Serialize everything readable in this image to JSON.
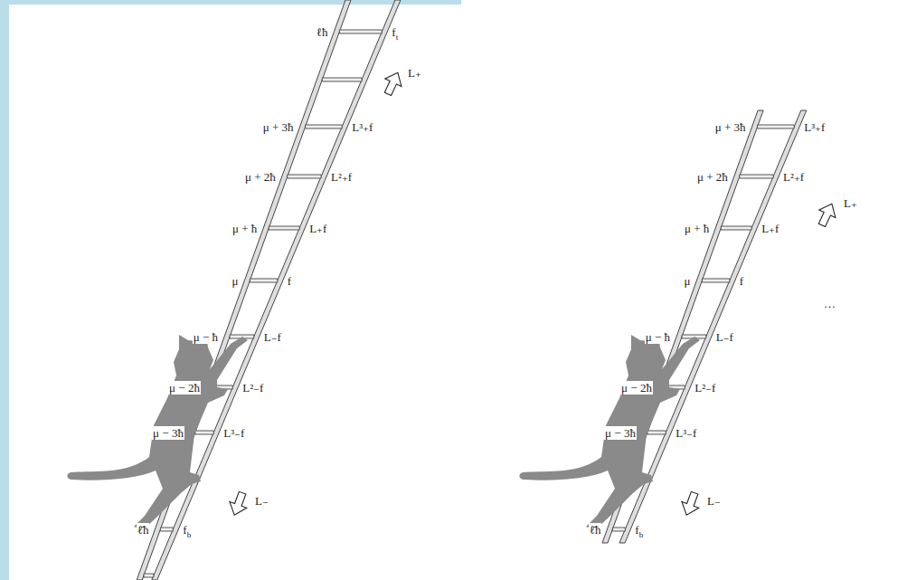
{
  "diagram": {
    "labels": [
      "ℓħ",
      "f",
      "t",
      "μ + 3ħ",
      "L³₊f",
      "μ + 2ħ",
      "L²₊f",
      "μ + ħ",
      "L₊f",
      "μ",
      "f",
      "μ − ħ",
      "L₋f",
      "μ − 2ħ",
      "L²₋f",
      "μ − 3ħ",
      "L³₋f",
      "ℓ̄ħ",
      "f",
      "b",
      "L₊",
      "L₋",
      "μ + 3ħ",
      "L³₊f",
      "μ + 2ħ",
      "L²₊f",
      "μ + ħ",
      "L₊f",
      "μ",
      "f",
      "μ − ħ",
      "L₋f",
      "μ − 2ħ",
      "L²₋f",
      "μ − 3ħ",
      "L³₋f",
      "ℓ̄ħ",
      "f",
      "b",
      "L₊",
      "L₋",
      "…"
    ]
  }
}
